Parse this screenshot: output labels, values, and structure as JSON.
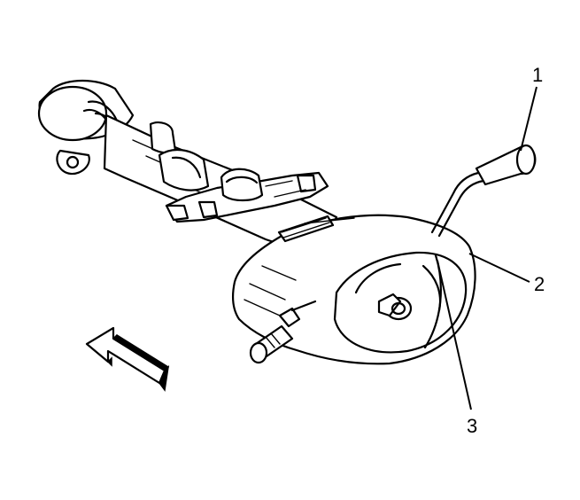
{
  "figure": {
    "callouts": [
      {
        "id": "callout-1",
        "label": "1"
      },
      {
        "id": "callout-2",
        "label": "2"
      },
      {
        "id": "callout-3",
        "label": "3"
      }
    ],
    "colors": {
      "line": "#000000",
      "background": "#ffffff"
    },
    "icons": [
      "direction-arrow-icon"
    ]
  }
}
